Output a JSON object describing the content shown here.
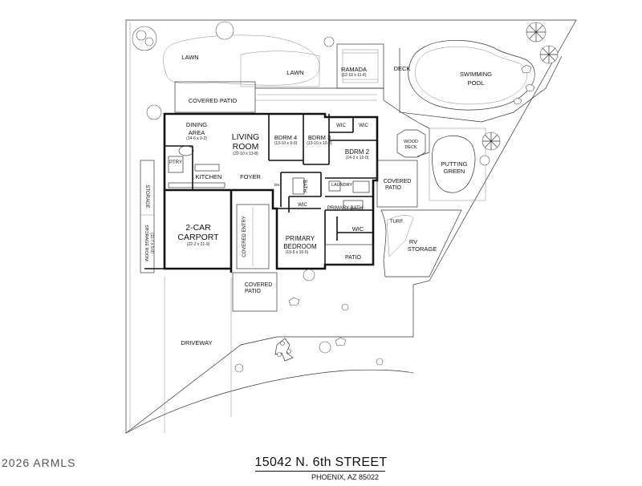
{
  "copyright": "2026 ARMLS",
  "address": {
    "street": "15042 N. 6th STREET",
    "city": "PHOENIX, AZ 85022"
  },
  "labels": {
    "lawn_left": "LAWN",
    "lawn_center": "LAWN",
    "ramada": "RAMADA",
    "ramada_dim": "(12-10 x 11-8)",
    "deck": "DECK",
    "pool_1": "SWIMMING",
    "pool_2": "POOL",
    "covered_patio_top": "COVERED PATIO",
    "dining_1": "DINING",
    "dining_2": "AREA",
    "dining_dim": "(14-6 x 9-2)",
    "living_1": "LIVING",
    "living_2": "ROOM",
    "living_dim": "(22-10 x 13-8)",
    "bdrm4": "BDRM 4",
    "bdrm4_dim": "(13-10 x 9-9)",
    "bdrm3": "BDRM 3",
    "bdrm3_dim": "(13-10 x 10-0)",
    "wic_a": "WIC",
    "wic_b": "WIC",
    "bdrm2": "BDRM 2",
    "bdrm2_dim": "(14-3 x 12-0)",
    "wood_deck_1": "WOOD",
    "wood_deck_2": "DECK",
    "putting_1": "PUTTING",
    "putting_2": "GREEN",
    "ptry": "PTRY",
    "kitchen": "KITCHEN",
    "foyer": "FOYER",
    "bath": "BATH",
    "laundry": "LAUNDRY",
    "covered_patio_right_1": "COVERED",
    "covered_patio_right_2": "PATIO",
    "wic_c": "WIC",
    "primary_bath": "PRIMARY BATH",
    "storage_left": "STORAGE",
    "carport_1": "2-CAR",
    "carport_2": "CARPORT",
    "carport_dim": "(22-2 x 21-9)",
    "storage_room": "STORAGE ROOM",
    "storage_room_dim": "(11-7 x 5-9)",
    "covered_entry": "COVERED ENTRY",
    "turf": "TURF",
    "wic_d": "WIC",
    "rv_1": "RV",
    "rv_2": "STORAGE",
    "primary_bdrm_1": "PRIMARY",
    "primary_bdrm_2": "BEDROOM",
    "primary_bdrm_dim": "(19-5 x 16-5)",
    "patio": "PATIO",
    "covered_patio_front_1": "COVERED",
    "covered_patio_front_2": "PATIO",
    "driveway": "DRIVEWAY",
    "dn": "DN"
  },
  "icons": [
    "tree-icon",
    "shrub-icon",
    "palm-icon",
    "boulder-icon",
    "cactus-icon"
  ]
}
